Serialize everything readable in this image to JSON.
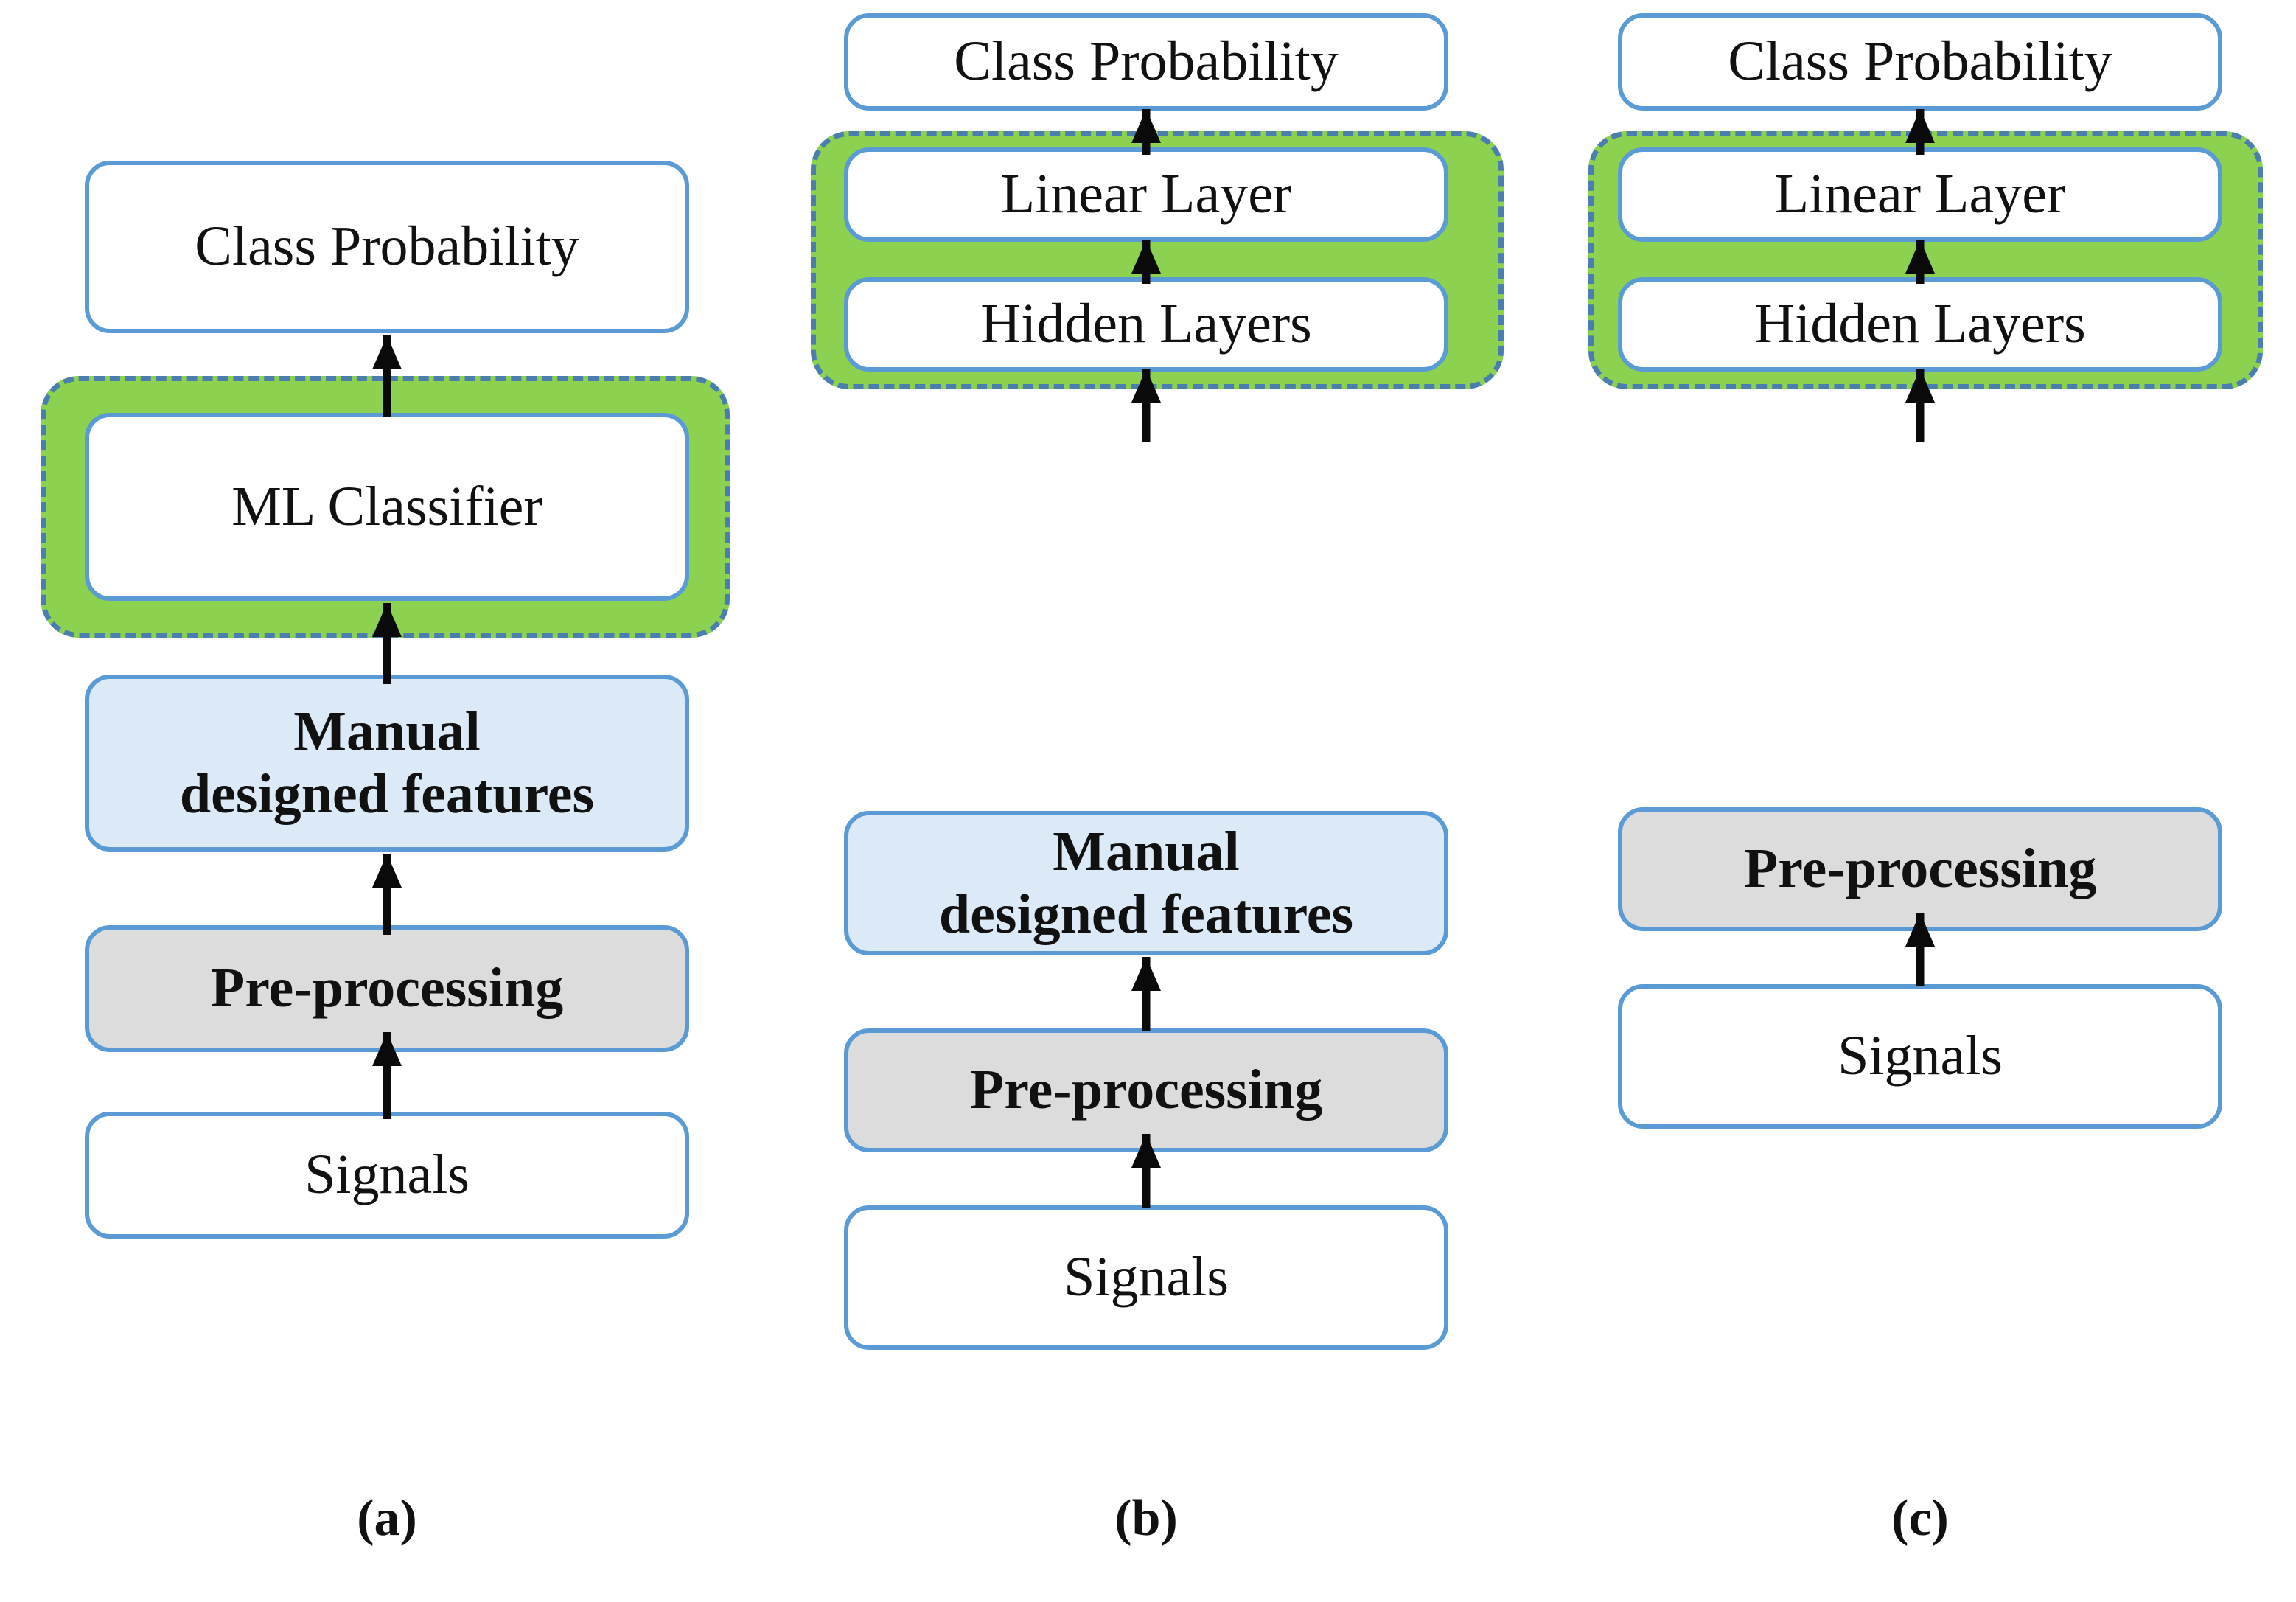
{
  "figure": {
    "type": "diagram",
    "description": "Three-panel comparison of signal classification pipelines",
    "colors": {
      "box_border": "#5B9BD5",
      "highlight_fill": "#8CD14F",
      "highlight_border": "#4A7EAE",
      "feature_box_fill": "#DCE9F7",
      "preprocessing_box_fill": "#DCDCDC",
      "arrow": "#0A0A0A",
      "text": "#111111",
      "background": "#FFFFFF"
    }
  },
  "panels": [
    {
      "id": "a",
      "caption": "(a)",
      "nodes": [
        {
          "key": "class_probability",
          "label": "Class Probability",
          "style": "plain"
        },
        {
          "key": "ml_classifier",
          "label": "ML Classifier",
          "style": "plain",
          "highlighted": true
        },
        {
          "key": "manual_features",
          "label": "Manual\ndesigned features",
          "line1": "Manual",
          "line2": "designed features",
          "style": "feature"
        },
        {
          "key": "preprocessing",
          "label": "Pre-processing",
          "style": "preprocessing"
        },
        {
          "key": "signals",
          "label": "Signals",
          "style": "plain"
        }
      ],
      "flow": [
        "signals",
        "preprocessing",
        "manual_features",
        "ml_classifier",
        "class_probability"
      ]
    },
    {
      "id": "b",
      "caption": "(b)",
      "nodes": [
        {
          "key": "class_probability",
          "label": "Class Probability",
          "style": "plain"
        },
        {
          "key": "linear_layer",
          "label": "Linear Layer",
          "style": "plain",
          "highlighted": true
        },
        {
          "key": "hidden_layers",
          "label": "Hidden Layers",
          "style": "plain",
          "highlighted": true
        },
        {
          "key": "manual_features",
          "label": "Manual\ndesigned features",
          "line1": "Manual",
          "line2": "designed features",
          "style": "feature"
        },
        {
          "key": "preprocessing",
          "label": "Pre-processing",
          "style": "preprocessing"
        },
        {
          "key": "signals",
          "label": "Signals",
          "style": "plain"
        }
      ],
      "flow": [
        "signals",
        "preprocessing",
        "manual_features",
        "hidden_layers",
        "linear_layer",
        "class_probability"
      ]
    },
    {
      "id": "c",
      "caption": "(c)",
      "nodes": [
        {
          "key": "class_probability",
          "label": "Class Probability",
          "style": "plain"
        },
        {
          "key": "linear_layer",
          "label": "Linear Layer",
          "style": "plain",
          "highlighted": true
        },
        {
          "key": "hidden_layers",
          "label": "Hidden Layers",
          "style": "plain",
          "highlighted": true
        },
        {
          "key": "preprocessing",
          "label": "Pre-processing",
          "style": "preprocessing"
        },
        {
          "key": "signals",
          "label": "Signals",
          "style": "plain"
        }
      ],
      "flow": [
        "signals",
        "preprocessing",
        "hidden_layers",
        "linear_layer",
        "class_probability"
      ]
    }
  ]
}
